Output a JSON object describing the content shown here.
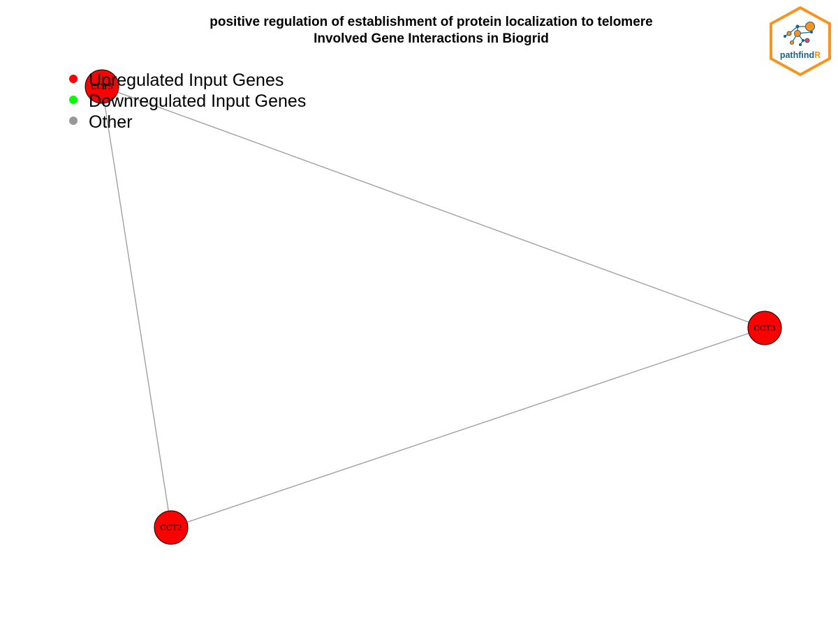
{
  "title": {
    "line1": "positive regulation of establishment of protein localization to telomere",
    "line2": "Involved Gene Interactions in Biogrid"
  },
  "legend": [
    {
      "label": "Upregulated Input Genes",
      "color": "#ff0000"
    },
    {
      "label": "Downregulated Input Genes",
      "color": "#00ff00"
    },
    {
      "label": "Other",
      "color": "#999999"
    }
  ],
  "nodes": [
    {
      "id": "CCT5",
      "color": "#ff0000"
    },
    {
      "id": "CCT3",
      "color": "#ff0000"
    },
    {
      "id": "CCT2",
      "color": "#ff0000"
    }
  ],
  "edges": [
    [
      "CCT5",
      "CCT3"
    ],
    [
      "CCT5",
      "CCT2"
    ],
    [
      "CCT2",
      "CCT3"
    ]
  ],
  "edge_color": "#a0a0a0",
  "logo": {
    "text_main": "pathfind",
    "text_accent": "R",
    "border_color": "#f7941d",
    "text_color": "#1f5f8b"
  }
}
